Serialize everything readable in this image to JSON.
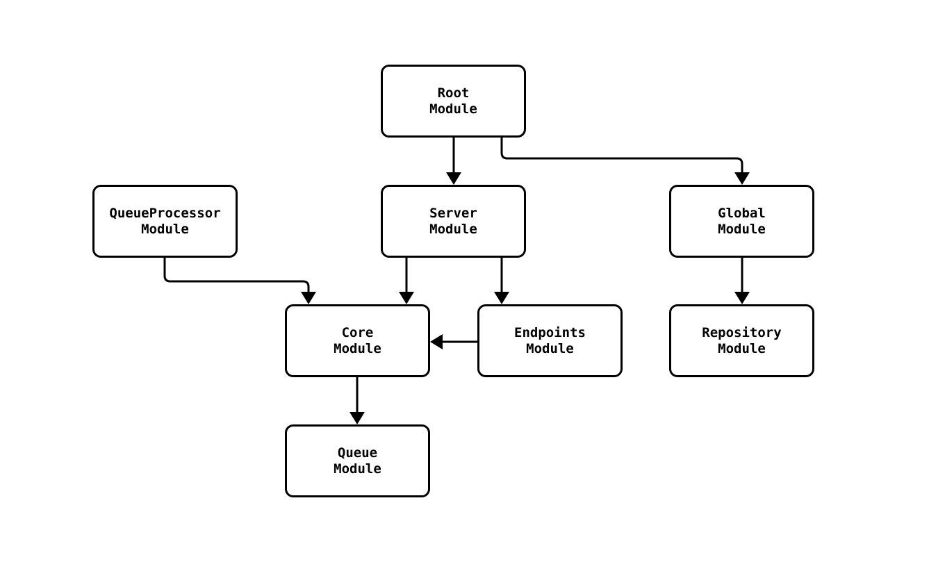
{
  "diagram": {
    "type": "module-dependency-graph",
    "colors": {
      "background": "#ffffff",
      "node_fill": "#ffffff",
      "stroke": "#000000",
      "text": "#000000"
    },
    "nodes": {
      "root": {
        "label": "Root\nModule"
      },
      "server": {
        "label": "Server\nModule"
      },
      "global": {
        "label": "Global\nModule"
      },
      "queue_processor": {
        "label": "QueueProcessor\nModule"
      },
      "core": {
        "label": "Core\nModule"
      },
      "endpoints": {
        "label": "Endpoints\nModule"
      },
      "repository": {
        "label": "Repository\nModule"
      },
      "queue": {
        "label": "Queue\nModule"
      }
    },
    "edges": [
      {
        "from": "Root Module",
        "to": "Server Module"
      },
      {
        "from": "Root Module",
        "to": "Global Module"
      },
      {
        "from": "QueueProcessor Module",
        "to": "Core Module"
      },
      {
        "from": "Server Module",
        "to": "Core Module"
      },
      {
        "from": "Server Module",
        "to": "Endpoints Module"
      },
      {
        "from": "Endpoints Module",
        "to": "Core Module"
      },
      {
        "from": "Global Module",
        "to": "Repository Module"
      },
      {
        "from": "Core Module",
        "to": "Queue Module"
      }
    ]
  }
}
